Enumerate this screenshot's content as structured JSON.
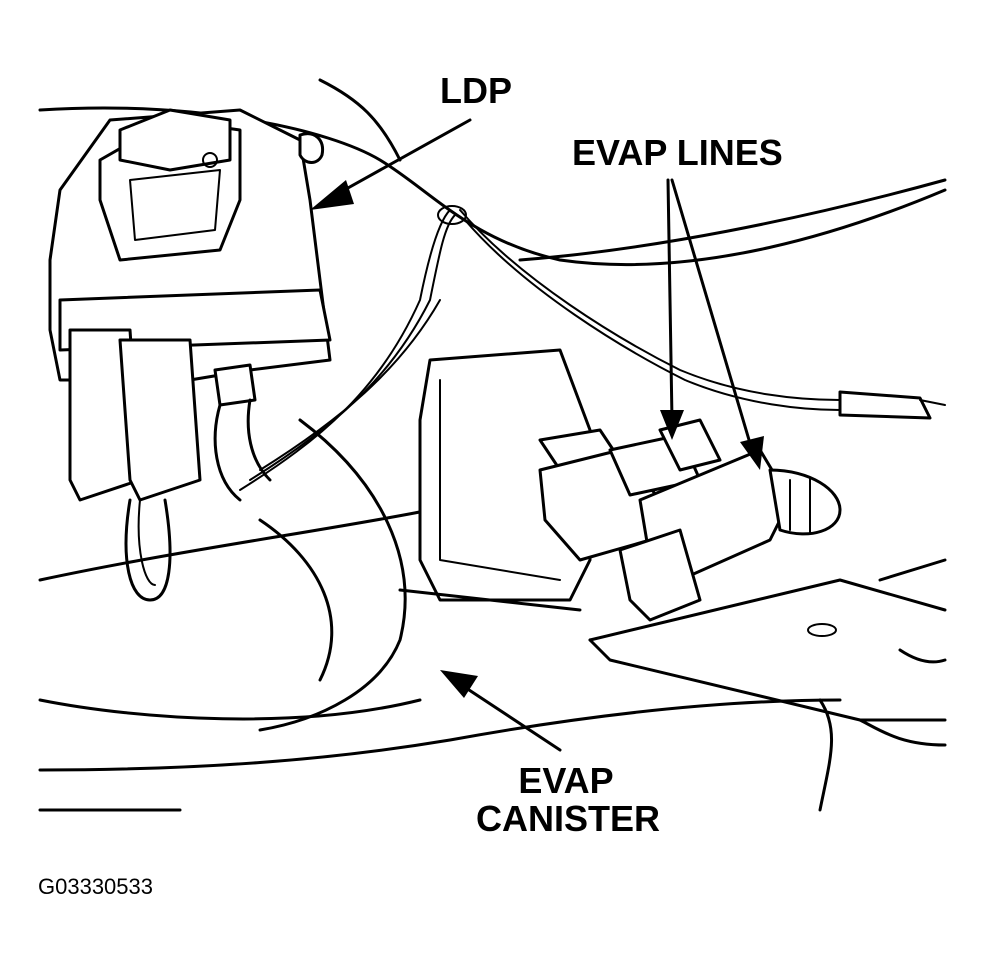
{
  "labels": {
    "ldp": "LDP",
    "evap_lines": "EVAP LINES",
    "evap_canister_line1": "EVAP",
    "evap_canister_line2": "CANISTER",
    "figure_code": "G03330533"
  },
  "colors": {
    "ink": "#000000",
    "paper": "#ffffff"
  }
}
